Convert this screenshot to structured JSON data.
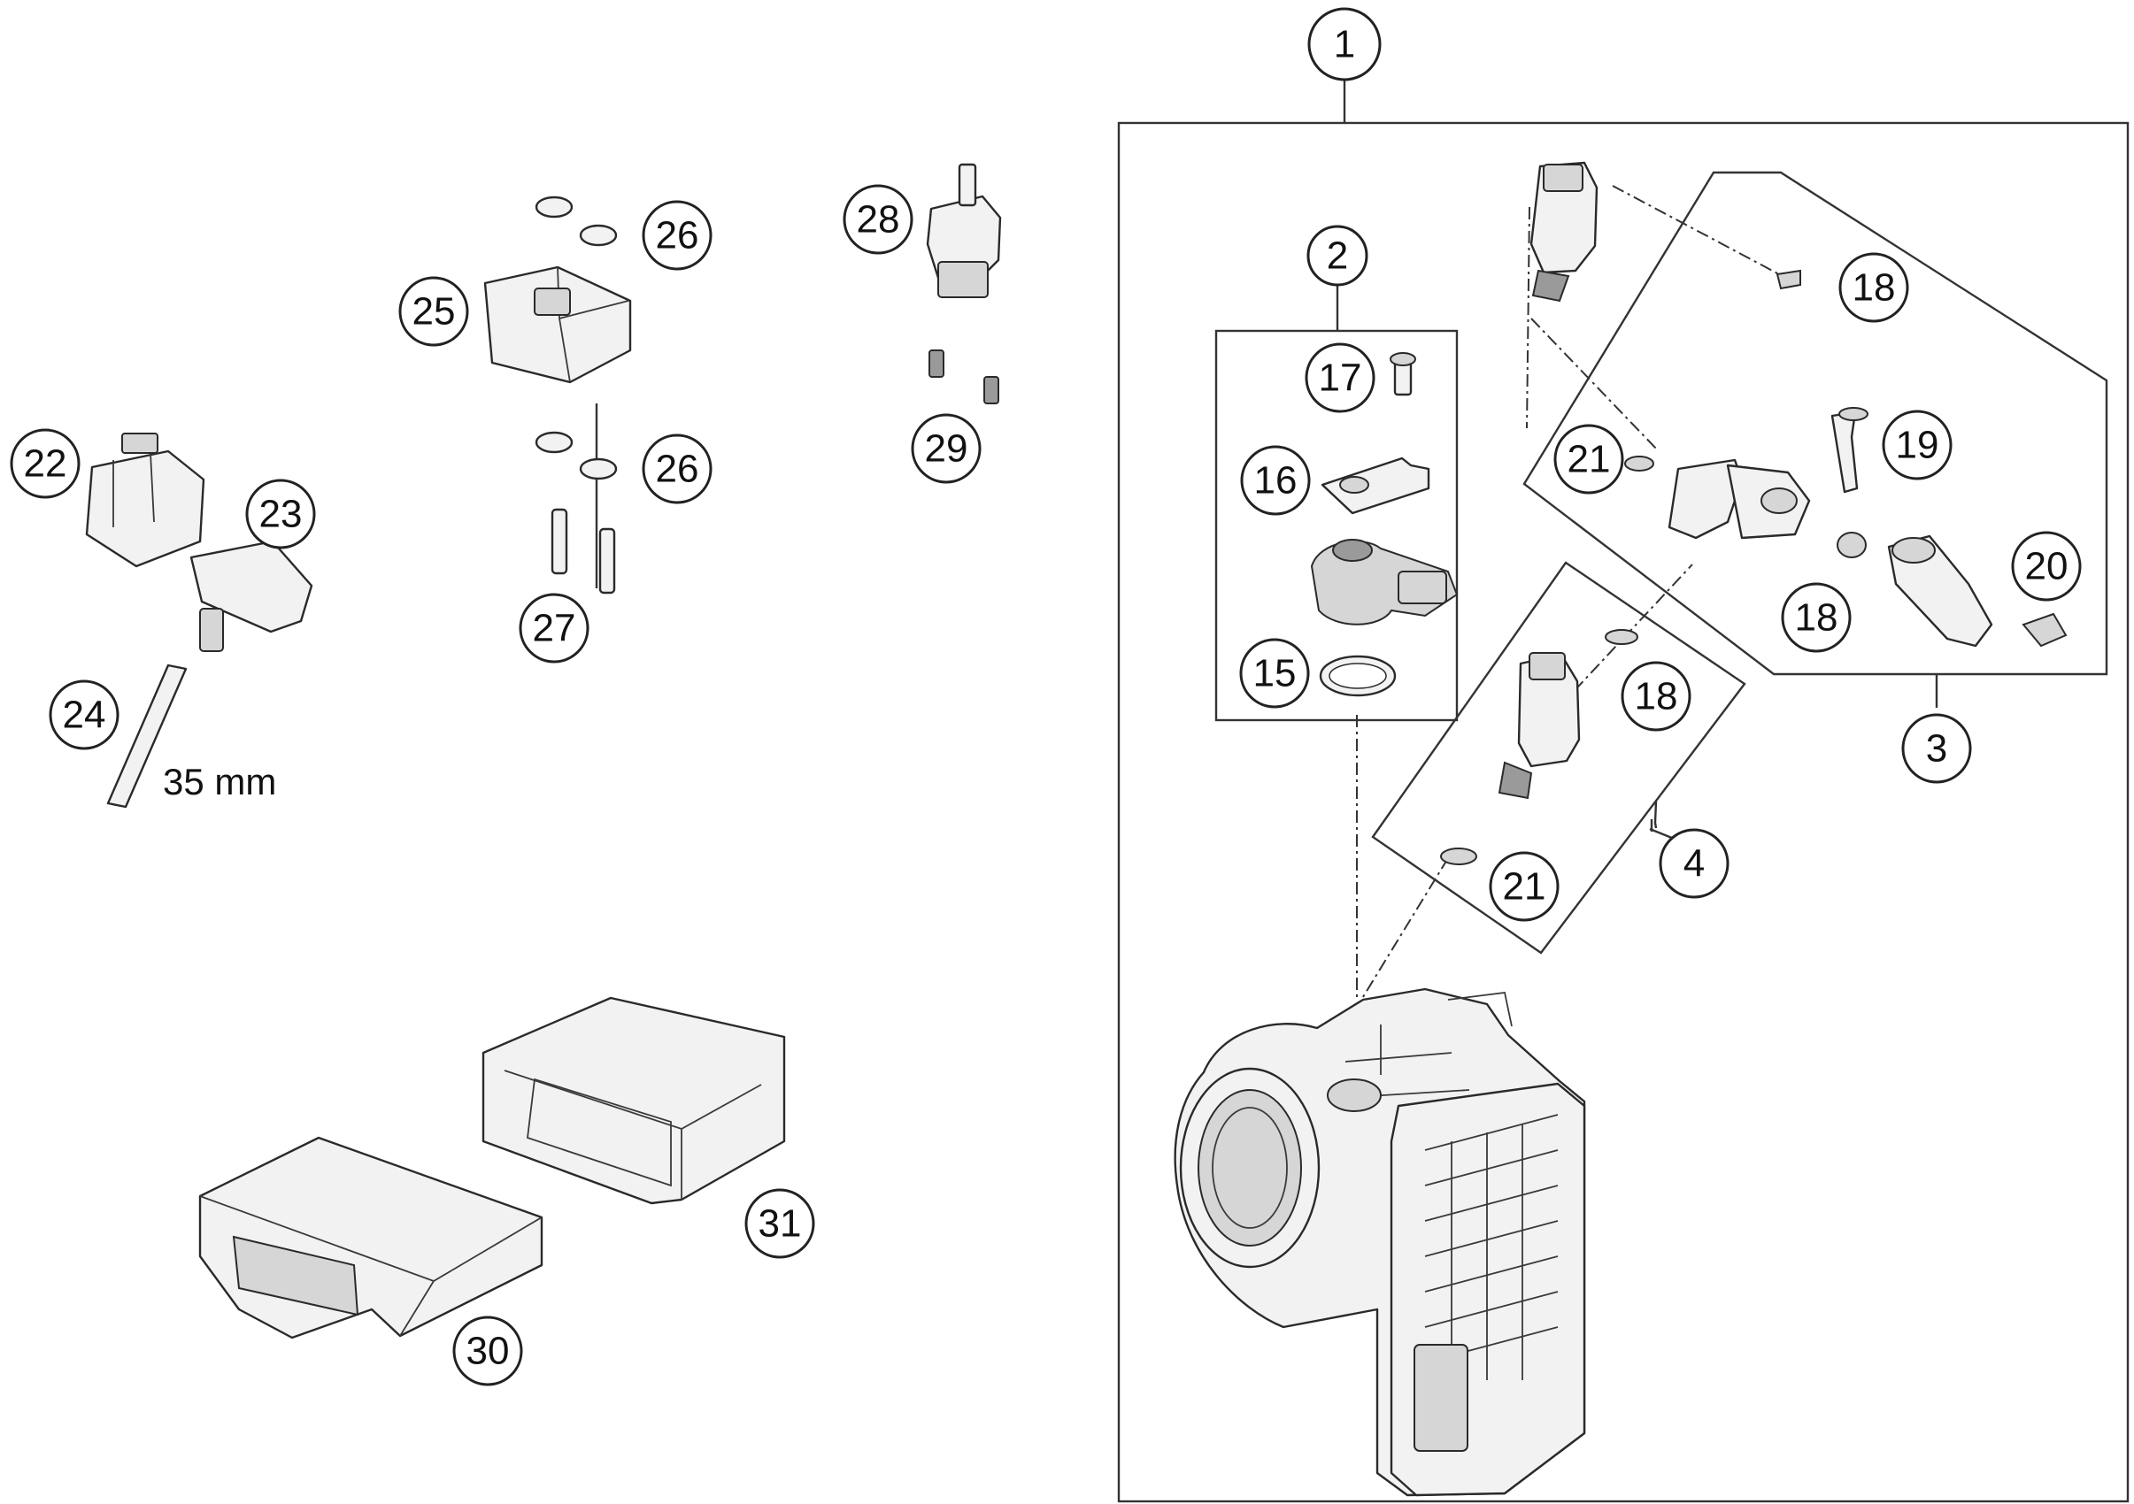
{
  "diagram": {
    "callouts": {
      "c1": "1",
      "c2": "2",
      "c3": "3",
      "c4": "4",
      "c15": "15",
      "c16": "16",
      "c17": "17",
      "c18a": "18",
      "c18b": "18",
      "c18c": "18",
      "c19": "19",
      "c20": "20",
      "c21a": "21",
      "c21b": "21",
      "c22": "22",
      "c23": "23",
      "c24": "24",
      "c25": "25",
      "c26a": "26",
      "c26b": "26",
      "c27": "27",
      "c28": "28",
      "c29": "29",
      "c30": "30",
      "c31": "31"
    },
    "dimension_label": "35 mm"
  }
}
